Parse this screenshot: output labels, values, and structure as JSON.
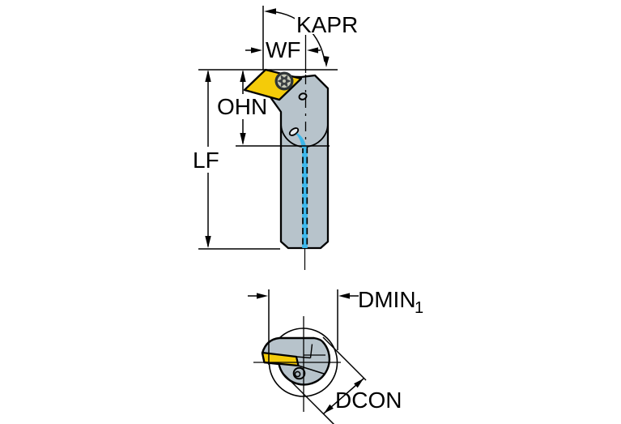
{
  "drawing": {
    "description": "Technical dimension drawing of a screw-clamp boring bar with rhombic insert, side view and end view",
    "side_view": {
      "labels": {
        "kapr": "KAPR",
        "wf": "WF",
        "ohn": "OHN",
        "lf": "LF"
      }
    },
    "end_view": {
      "labels": {
        "dmin": "DMIN",
        "dmin_subscript": "1",
        "dcon": "DCON"
      }
    },
    "colors": {
      "body_gray": "#B7C3CB",
      "insert_yellow": "#F4CB09",
      "coolant_cyan": "#3DB7EA",
      "screw_dark": "#2E3436",
      "screw_face": "#C6C9B8",
      "hole_gray": "#C2CCD2",
      "outline": "#000000"
    }
  }
}
